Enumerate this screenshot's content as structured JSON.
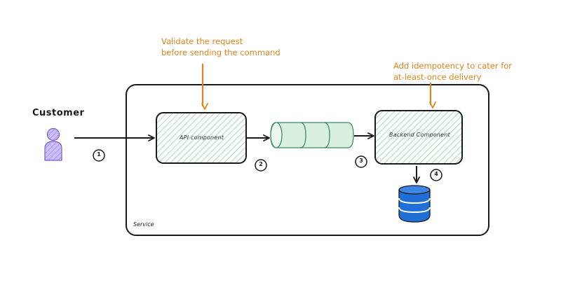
{
  "diagram": {
    "actor": {
      "label": "Customer",
      "color": "#b9a6ef",
      "stroke": "#7c5cc9"
    },
    "notes": {
      "validate": {
        "line1": "Validate the request",
        "line2": "before sending the command"
      },
      "idempotency": {
        "line1": "Add idempotency to cater for",
        "line2": "at-least-once delivery"
      }
    },
    "nodes": {
      "api": {
        "label": "API component"
      },
      "backend": {
        "label": "Backend Component"
      },
      "service": {
        "label": "Service"
      }
    },
    "steps": [
      "1",
      "2",
      "3",
      "4"
    ],
    "colors": {
      "hatch": "#8fd3a0",
      "queue_fill": "#d8f0dd",
      "queue_stroke": "#3a8a68",
      "note": "#e0841c",
      "db_fill": "#1f6fd6",
      "stroke": "#1a1a1a"
    }
  }
}
